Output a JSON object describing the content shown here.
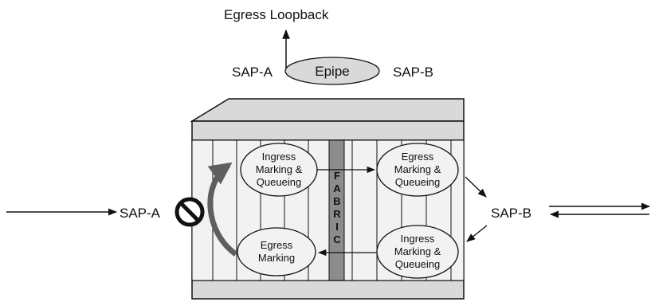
{
  "header": {
    "loopback_label": "Egress Loopback",
    "sap_a_label": "SAP-A",
    "service_label": "Epipe",
    "sap_b_label": "SAP-B"
  },
  "left": {
    "sap_label": "SAP-A"
  },
  "right": {
    "sap_label": "SAP-B"
  },
  "chassis": {
    "fabric_letters": [
      "F",
      "A",
      "B",
      "R",
      "I",
      "C"
    ],
    "ingress_a": [
      "Ingress",
      "Marking &",
      "Queueing"
    ],
    "egress_a": [
      "Egress",
      "Marking"
    ],
    "egress_b": [
      "Egress",
      "Marking &",
      "Queueing"
    ],
    "ingress_b": [
      "Ingress",
      "Marking &",
      "Queueing"
    ]
  },
  "colors": {
    "panel": "#d9d9d9",
    "card": "#f2f2f2",
    "fabric": "#8c8c8c",
    "loop_arrow": "#5f5f5f",
    "stroke": "#111111"
  }
}
